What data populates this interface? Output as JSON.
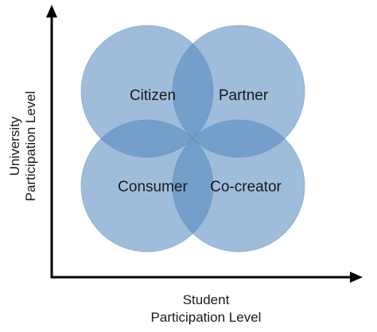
{
  "diagram": {
    "quadrants": [
      {
        "label": "Citizen"
      },
      {
        "label": "Partner"
      },
      {
        "label": "Consumer"
      },
      {
        "label": "Co-creator"
      }
    ],
    "y_axis": {
      "line1": "University",
      "line2": "Participation Level"
    },
    "x_axis": {
      "line1": "Student",
      "line2": "Participation Level"
    },
    "circle_color": "#5087be",
    "axis_color": "#000000"
  }
}
